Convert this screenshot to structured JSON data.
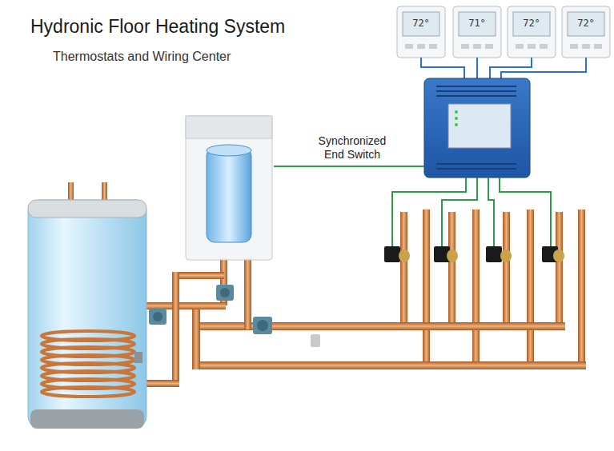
{
  "diagram": {
    "title": "Hydronic Floor Heating System",
    "labels": [
      "Thermostats and Wiring Center",
      "Synchronized End Switch",
      "72°",
      "71°",
      "72°",
      "72°"
    ]
  }
}
